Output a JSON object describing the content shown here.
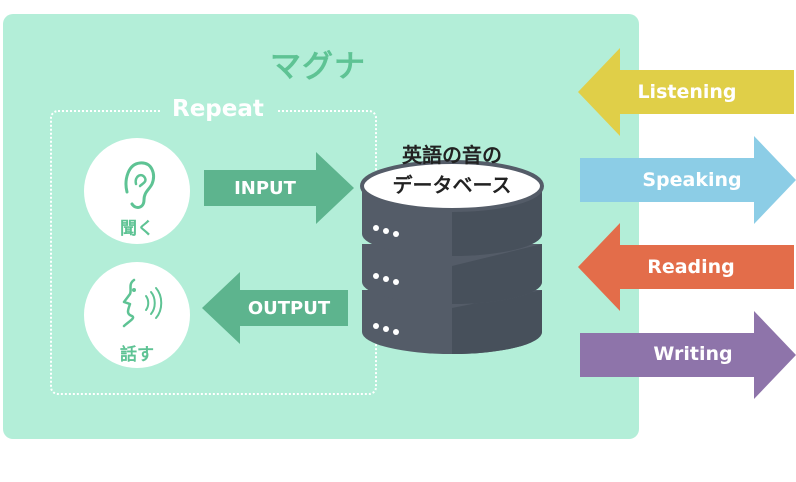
{
  "diagram": {
    "title": "マグナ",
    "repeat_label": "Repeat",
    "listen_label": "聞く",
    "speak_label": "話す",
    "input_label": "INPUT",
    "output_label": "OUTPUT",
    "database_label_line1": "英語の音の",
    "database_label_line2": "データベース"
  },
  "skills": [
    {
      "label": "Listening",
      "direction": "in",
      "color": "#e0cf48"
    },
    {
      "label": "Speaking",
      "direction": "out",
      "color": "#8ccde6"
    },
    {
      "label": "Reading",
      "direction": "in",
      "color": "#e36d4a"
    },
    {
      "label": "Writing",
      "direction": "out",
      "color": "#8e74aa"
    }
  ],
  "colors": {
    "panel": "#b3eed8",
    "accent_green": "#5ec394",
    "arrow_green": "#5db48e",
    "database": "#545c68"
  }
}
